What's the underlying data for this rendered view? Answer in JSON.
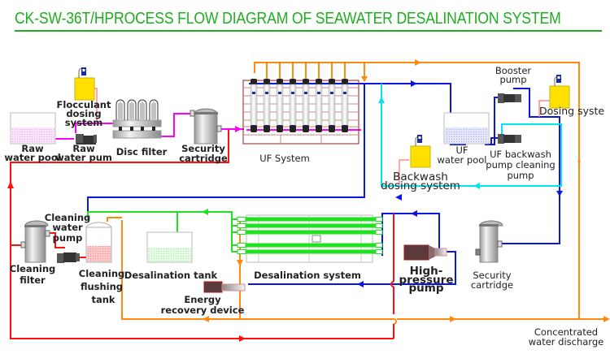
{
  "title": "CK-SW-36T/HPROCESS FLOW DIAGRAM OF SEAWATER DESALINATION SYSTEM",
  "colors": {
    "title": "#1fae1f",
    "raw_water_pipe": "#ff00ff",
    "cleaning_pipe": "#ff1010",
    "uf_product_pipe": "#0a14e6",
    "backwash_pipe": "#00e5ee",
    "concentrate_pipe": "#ff8a10",
    "permeate_pipe": "#22e022",
    "dosing_pipe": "#ff8c8c",
    "dosing_tank": "#ffe000"
  },
  "labels": {
    "raw_water_pool": [
      "Raw",
      "water pool"
    ],
    "raw_water_pump": [
      "Raw",
      "water pum"
    ],
    "flocculant_dosing": [
      "Flocculant",
      "dosing",
      "system"
    ],
    "disc_filter": "Disc filter",
    "security_cartridge_1": [
      "Security",
      "cartridge"
    ],
    "uf_system": "UF System",
    "booster_pump": [
      "Booster",
      "pump"
    ],
    "dosing_system": "Dosing syste",
    "uf_water_pool": [
      "UF",
      "water pool"
    ],
    "uf_backwash_pump": [
      "UF backwash",
      "pump cleaning",
      "pump"
    ],
    "backwash_dosing": [
      "Backwash",
      "dosing system"
    ],
    "cleaning_water_pump": [
      "Cleaning",
      "water",
      "pump"
    ],
    "cleaning_filter": [
      "Cleaning",
      "filter"
    ],
    "cleaning_flushing_tank": [
      "Cleaning",
      "flushing",
      "tank"
    ],
    "desalination_tank": "Desalination tank",
    "desalination_system": "Desalination system",
    "energy_recovery": [
      "Energy",
      "recovery device"
    ],
    "high_pressure_pump": [
      "High-",
      "pressure",
      "pump"
    ],
    "security_cartridge_2": [
      "Security",
      "cartridge"
    ],
    "concentrated_discharge": [
      "Concentrated",
      "water discharge"
    ]
  }
}
